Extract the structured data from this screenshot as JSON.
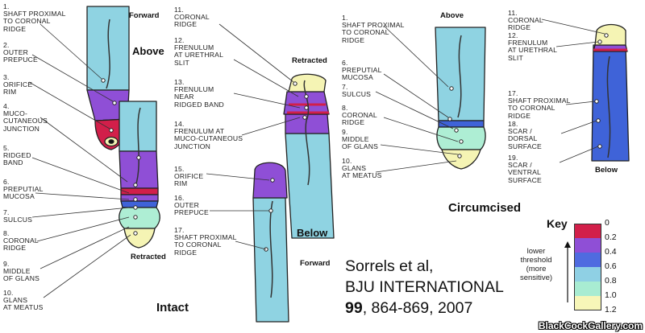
{
  "labels": {
    "l1": "1.\nSHAFT PROXIMAL\nTO CORONAL\nRIDGE",
    "l2": "2.\nOUTER\nPREPUCE",
    "l3": "3.\nORIFICE\nRIM",
    "l4": "4.\nMUCO-\nCUTANEOUS\nJUNCTION",
    "l5": "5.\nRIDGED\nBAND",
    "l6": "6.\nPREPUTIAL\nMUCOSA",
    "l7": "7.\nSULCUS",
    "l8": "8.\nCORONAL\nRIDGE",
    "l9": "9.\nMIDDLE\nOF GLANS",
    "l10": "10.\nGLANS\nAT MEATUS",
    "m11": "11.\nCORONAL\nRIDGE",
    "m12": "12.\nFRENULUM\nAT URETHRAL\nSLIT",
    "m13": "13.\nFRENULUM\nNEAR\nRIDGED BAND",
    "m14": "14.\nFRENULUM AT\nMUCO-CUTANEOUS\nJUNCTION",
    "m15": "15.\nORIFICE\nRIM",
    "m16": "16.\nOUTER\nPREPUCE",
    "m17": "17.\nSHAFT PROXIMAL\nTO CORONAL\nRIDGE",
    "c1": "1.\nSHAFT PROXIMAL\nTO CORONAL\nRIDGE",
    "c6": "6.\nPREPUTIAL\nMUCOSA",
    "c7": "7.\nSULCUS",
    "c8": "8.\nCORONAL\nRIDGE",
    "c9": "9.\nMIDDLE\nOF GLANS",
    "c10": "10.\nGLANS\nAT MEATUS",
    "r11": "11.\nCORONAL\nRIDGE",
    "r12": "12.\nFRENULUM\nAT URETHRAL\nSLIT",
    "r17": "17.\nSHAFT PROXIMAL\nTO CORONAL\nRIDGE",
    "r18": "18.\nSCAR /\nDORSAL\nSURFACE",
    "r19": "19.\nSCAR /\nVENTRAL\nSURFACE"
  },
  "headings": {
    "forward_top": "Forward",
    "above_left": "Above",
    "retracted_left": "Retracted",
    "intact": "Intact",
    "retracted_mid": "Retracted",
    "below_mid": "Below",
    "forward_mid": "Forward",
    "above_circ": "Above",
    "below_circ": "Below",
    "circumcised": "Circumcised"
  },
  "citation": {
    "authors": "Sorrels et al,",
    "journal": "BJU INTERNATIONAL",
    "volume": "99",
    "pages": ", 864-869, 2007"
  },
  "key": {
    "title": "Key",
    "note": "lower\nthreshold\n(more\nsensitive)",
    "ticks": [
      "0",
      "0.2",
      "0.4",
      "0.6",
      "0.8",
      "1.0",
      "1.2"
    ],
    "colors": [
      "#d21f4a",
      "#8f4fd6",
      "#4f6be0",
      "#8fd0e4",
      "#a8ecd2",
      "#f7f6b8"
    ]
  },
  "palette": {
    "red": "#d21f4a",
    "purple": "#8f4fd6",
    "blue": "#3f63d8",
    "cyan": "#8fd3e2",
    "mint": "#aeeed4",
    "yellow": "#f5f4b4",
    "outline": "#222222"
  },
  "watermark": "BlackCockGallery.com"
}
